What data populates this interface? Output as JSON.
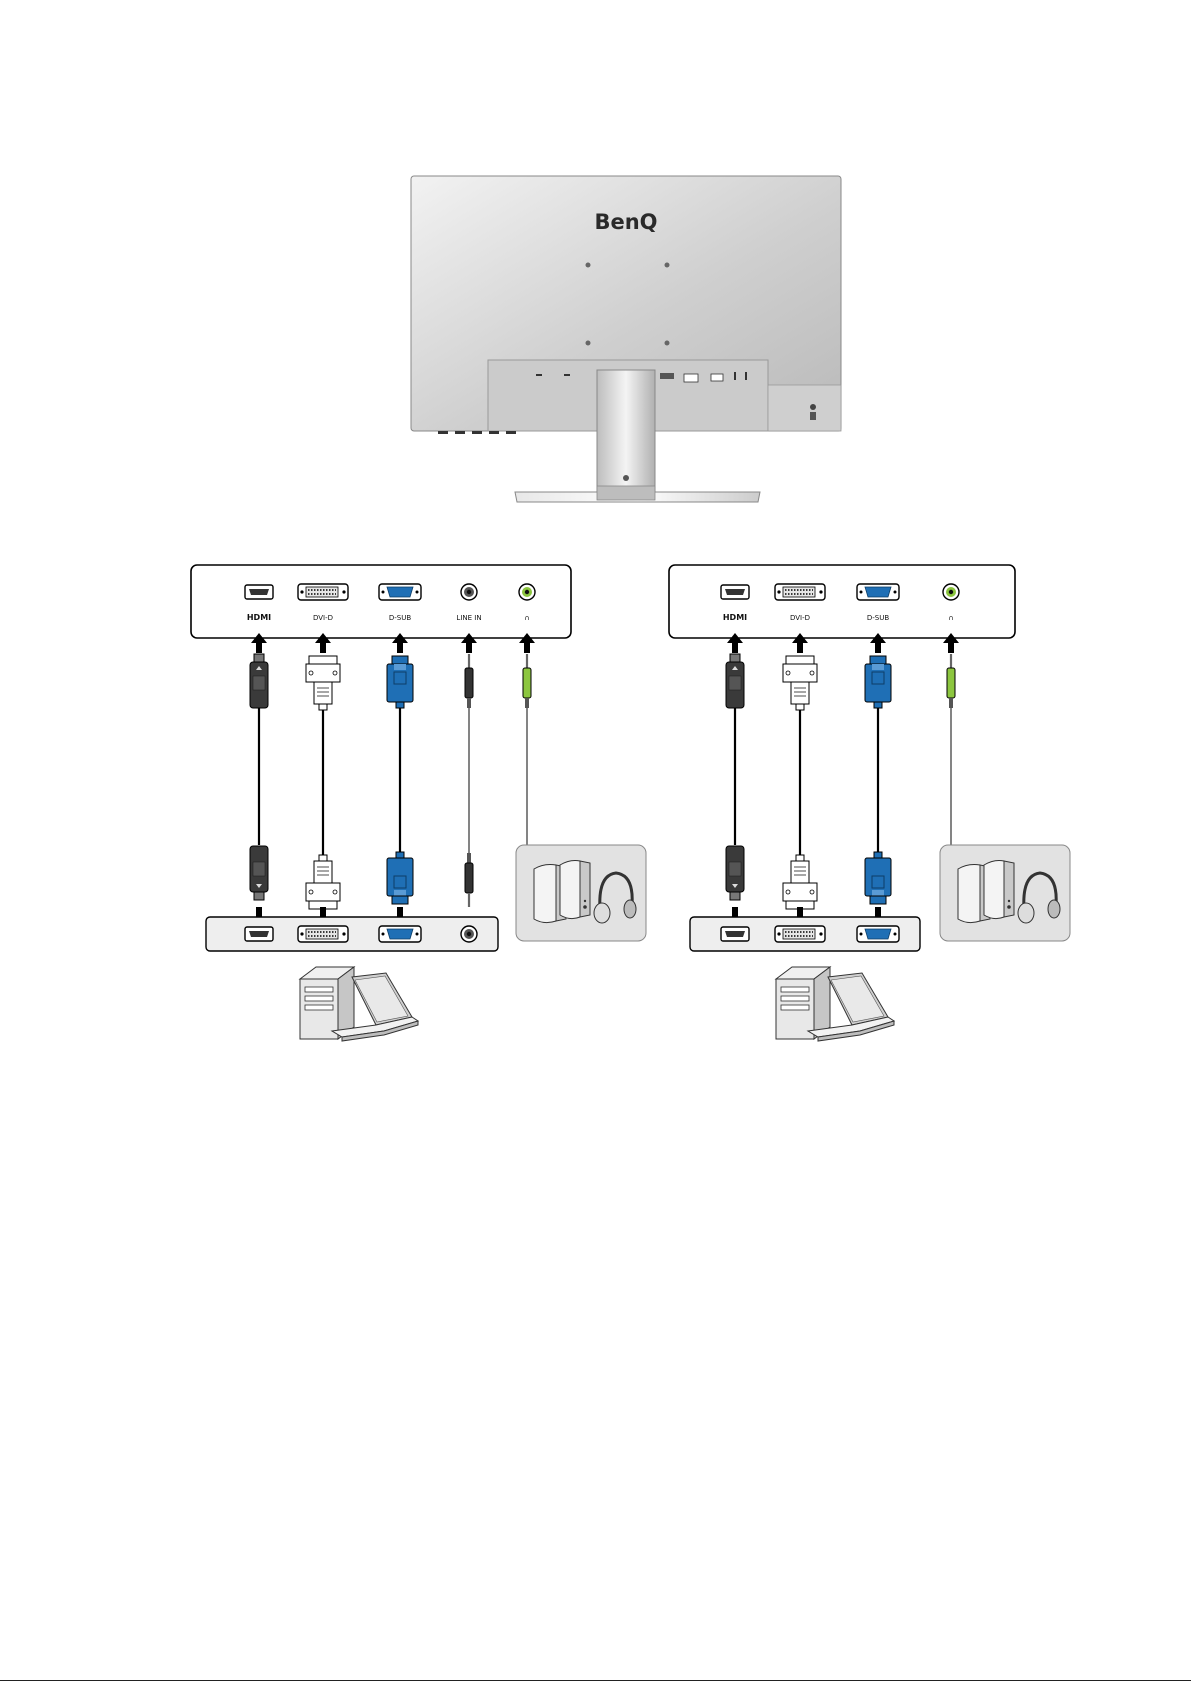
{
  "monitor": {
    "brand": "BenQ"
  },
  "diagram_a": {
    "port_labels": [
      "HDMI",
      "DVI-D",
      "D-SUB",
      "LINE IN",
      "∩"
    ]
  },
  "diagram_b": {
    "port_labels": [
      "HDMI",
      "DVI-D",
      "D-SUB",
      "∩"
    ]
  },
  "colors": {
    "vga_blue": "#1f6fb5",
    "audio_green": "#8cc63f",
    "hdmi_dark": "#3a3a3a",
    "panel_gray": "#eeeeee",
    "monitor_gray": "#c9c9c9"
  },
  "icons": {
    "pc": "desktop-laptop-icon",
    "audio": "speakers-headphones-icon"
  }
}
